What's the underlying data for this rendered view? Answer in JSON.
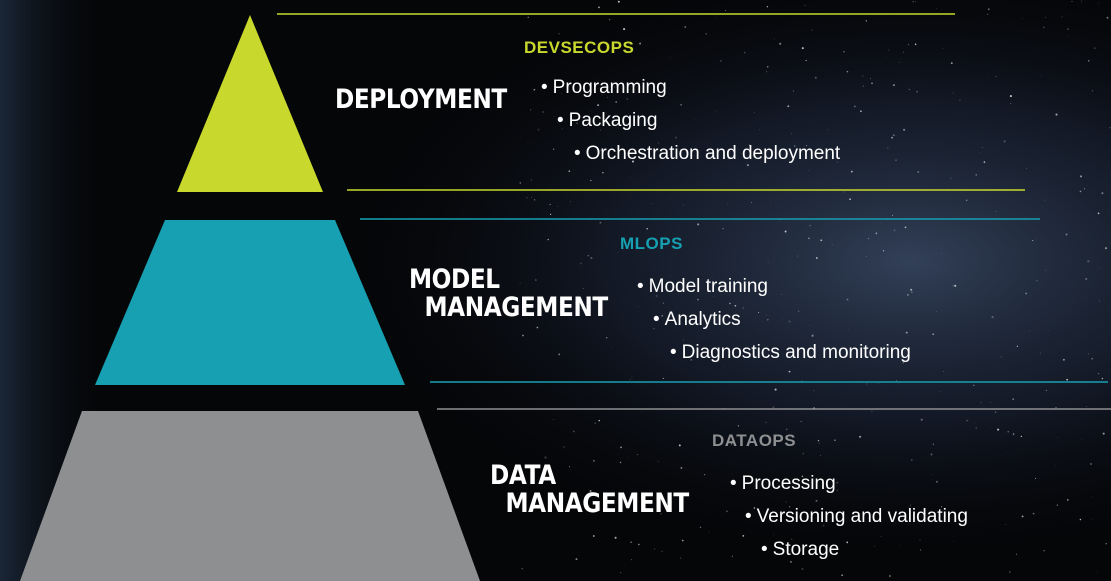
{
  "colors": {
    "deployment": "#c8d82d",
    "model": "#16a0b2",
    "data": "#8e8f91",
    "title_text": "#ffffff",
    "background": "#050608"
  },
  "tiers": [
    {
      "title_lines": [
        "DEPLOYMENT"
      ],
      "ops_label": "DEVSECOPS",
      "items": [
        "Programming",
        "Packaging",
        "Orchestration and deployment"
      ]
    },
    {
      "title_lines": [
        "MODEL",
        "MANAGEMENT"
      ],
      "ops_label": "MLOPS",
      "items": [
        "Model training",
        "Analytics",
        "Diagnostics and monitoring"
      ]
    },
    {
      "title_lines": [
        "DATA",
        "MANAGEMENT"
      ],
      "ops_label": "DATAOPS",
      "items": [
        "Processing",
        "Versioning and validating",
        "Storage"
      ]
    }
  ]
}
